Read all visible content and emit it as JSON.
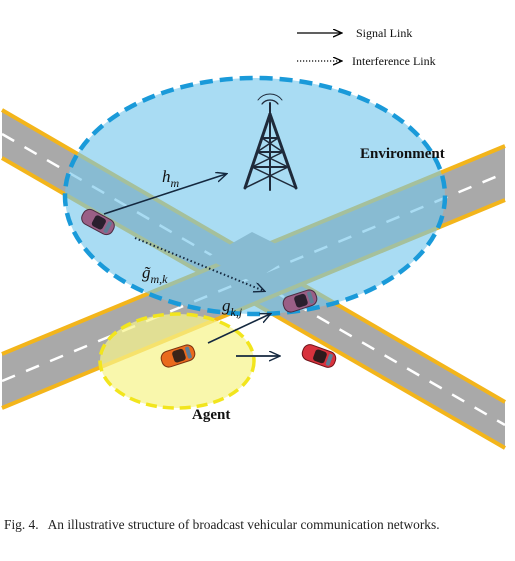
{
  "legend": {
    "signal_label": "Signal Link",
    "interference_label": "Interference Link"
  },
  "labels": {
    "environment": "Environment",
    "agent": "Agent",
    "h_base": "h",
    "h_sub": "m",
    "g_tilde_base": "g̃",
    "g_tilde_sub": "m,k",
    "g_base": "g",
    "g_sub": "k,j"
  },
  "caption": {
    "label": "Fig. 4.",
    "text": "An illustrative structure of broadcast vehicular communication networks."
  },
  "colors": {
    "road": "#a9a9a9",
    "road_edge": "#f3b51b",
    "lane_marking": "#ffffff",
    "environment_fill": "#74c7ec",
    "environment_border": "#1a9ad9",
    "agent_fill": "#f6f48c",
    "agent_border": "#f2e51d",
    "tower": "#1f2a3a",
    "car_purple": "#9a5f86",
    "car_orange": "#ea6a1d",
    "car_red": "#d8323d"
  },
  "icons": {
    "tower": "cell-tower-icon",
    "cars": [
      "car-icon-purple-left",
      "car-icon-purple-center",
      "car-icon-orange",
      "car-icon-red"
    ]
  }
}
